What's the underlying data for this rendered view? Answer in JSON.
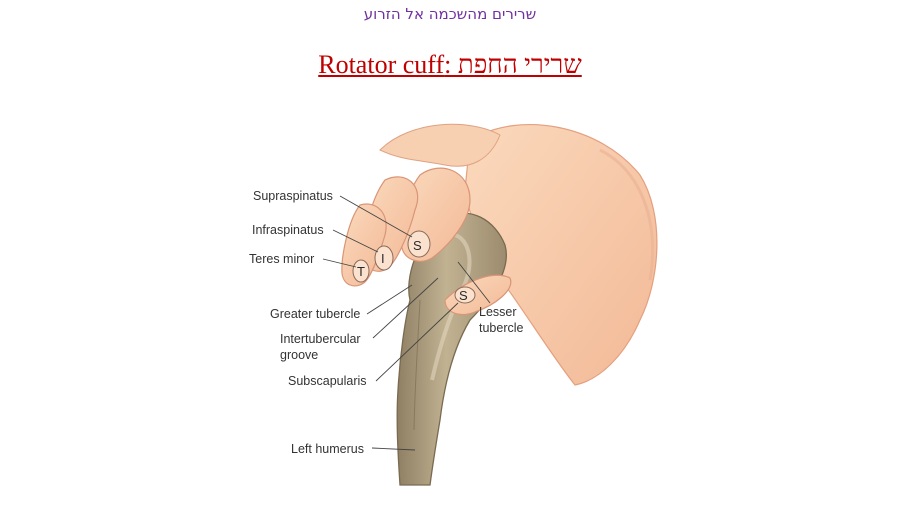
{
  "header": {
    "subtitle": "שרירים מהשכמה אל הזרוע"
  },
  "title": {
    "text": "שרירי החפת :Rotator cuff"
  },
  "figure": {
    "labels": {
      "supraspinatus": "Supraspinatus",
      "infraspinatus": "Infraspinatus",
      "teres_minor": "Teres minor",
      "greater_tubercle": "Greater tubercle",
      "intertubercular_1": "Intertubercular",
      "intertubercular_2": "groove",
      "subscapularis": "Subscapularis",
      "left_humerus": "Left humerus",
      "lesser_tubercle_1": "Lesser",
      "lesser_tubercle_2": "tubercle"
    },
    "finger_letters": {
      "s1": "S",
      "i": "I",
      "t": "T",
      "s2": "S"
    },
    "colors": {
      "skin": "#f6c9a6",
      "skin_shadow": "#e9a98a",
      "bone": "#b3a285",
      "bone_dark": "#8d7d62",
      "label_text": "#333333"
    }
  }
}
